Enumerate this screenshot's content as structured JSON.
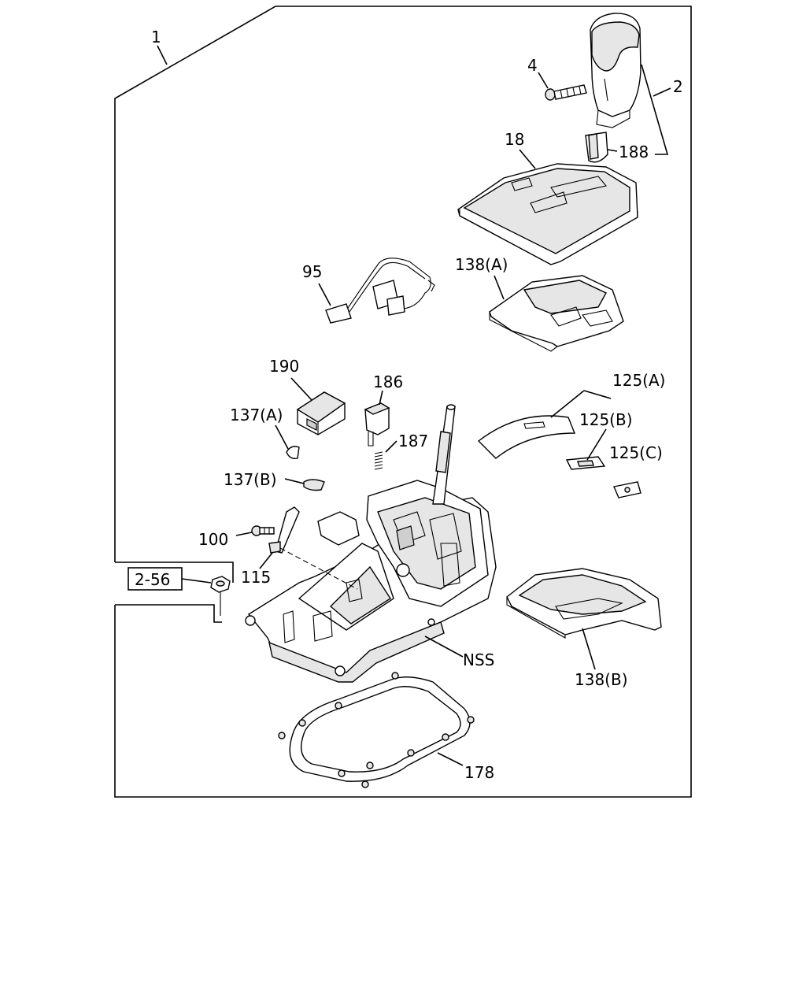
{
  "callouts": {
    "c1": "1",
    "c2": "2",
    "c4": "4",
    "c18": "18",
    "c188": "188",
    "c95": "95",
    "c138a": "138(A)",
    "c190": "190",
    "c186": "186",
    "c187": "187",
    "c137a": "137(A)",
    "c137b": "137(B)",
    "c125a": "125(A)",
    "c125b": "125(B)",
    "c125c": "125(C)",
    "c100": "100",
    "c115": "115",
    "ref256": "2-56",
    "nss": "NSS",
    "c138b": "138(B)",
    "c178": "178"
  }
}
